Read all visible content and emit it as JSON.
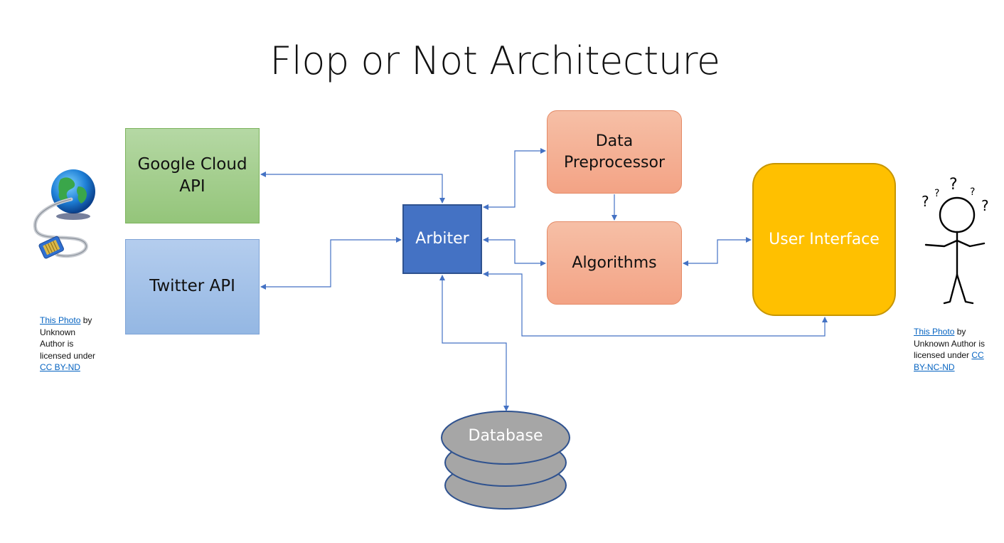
{
  "title": "Flop or Not Architecture",
  "nodes": {
    "google": "Google Cloud\nAPI",
    "twitter": "Twitter API",
    "arbiter": "Arbiter",
    "preprocessor": "Data\nPreprocessor",
    "algorithms": "Algorithms",
    "user_interface": "User Interface",
    "database": "Database"
  },
  "credits": {
    "left": {
      "link1": "This Photo",
      "text1": " by Unknown Author is licensed under ",
      "link2": "CC BY-ND"
    },
    "right": {
      "link1": "This Photo",
      "text1": " by Unknown Author is licensed under ",
      "link2": "CC BY-NC-ND"
    }
  },
  "icons": {
    "left": "globe-network-cable-icon",
    "right": "confused-stick-figure-icon"
  },
  "colors": {
    "google": "#a9d18e",
    "twitter": "#9dc3e6",
    "arbiter": "#4472c4",
    "preprocessor": "#f4b183",
    "algorithms": "#f4b183",
    "user_interface": "#ffc000",
    "database": "#a5a5a5",
    "connector": "#4472c4"
  }
}
